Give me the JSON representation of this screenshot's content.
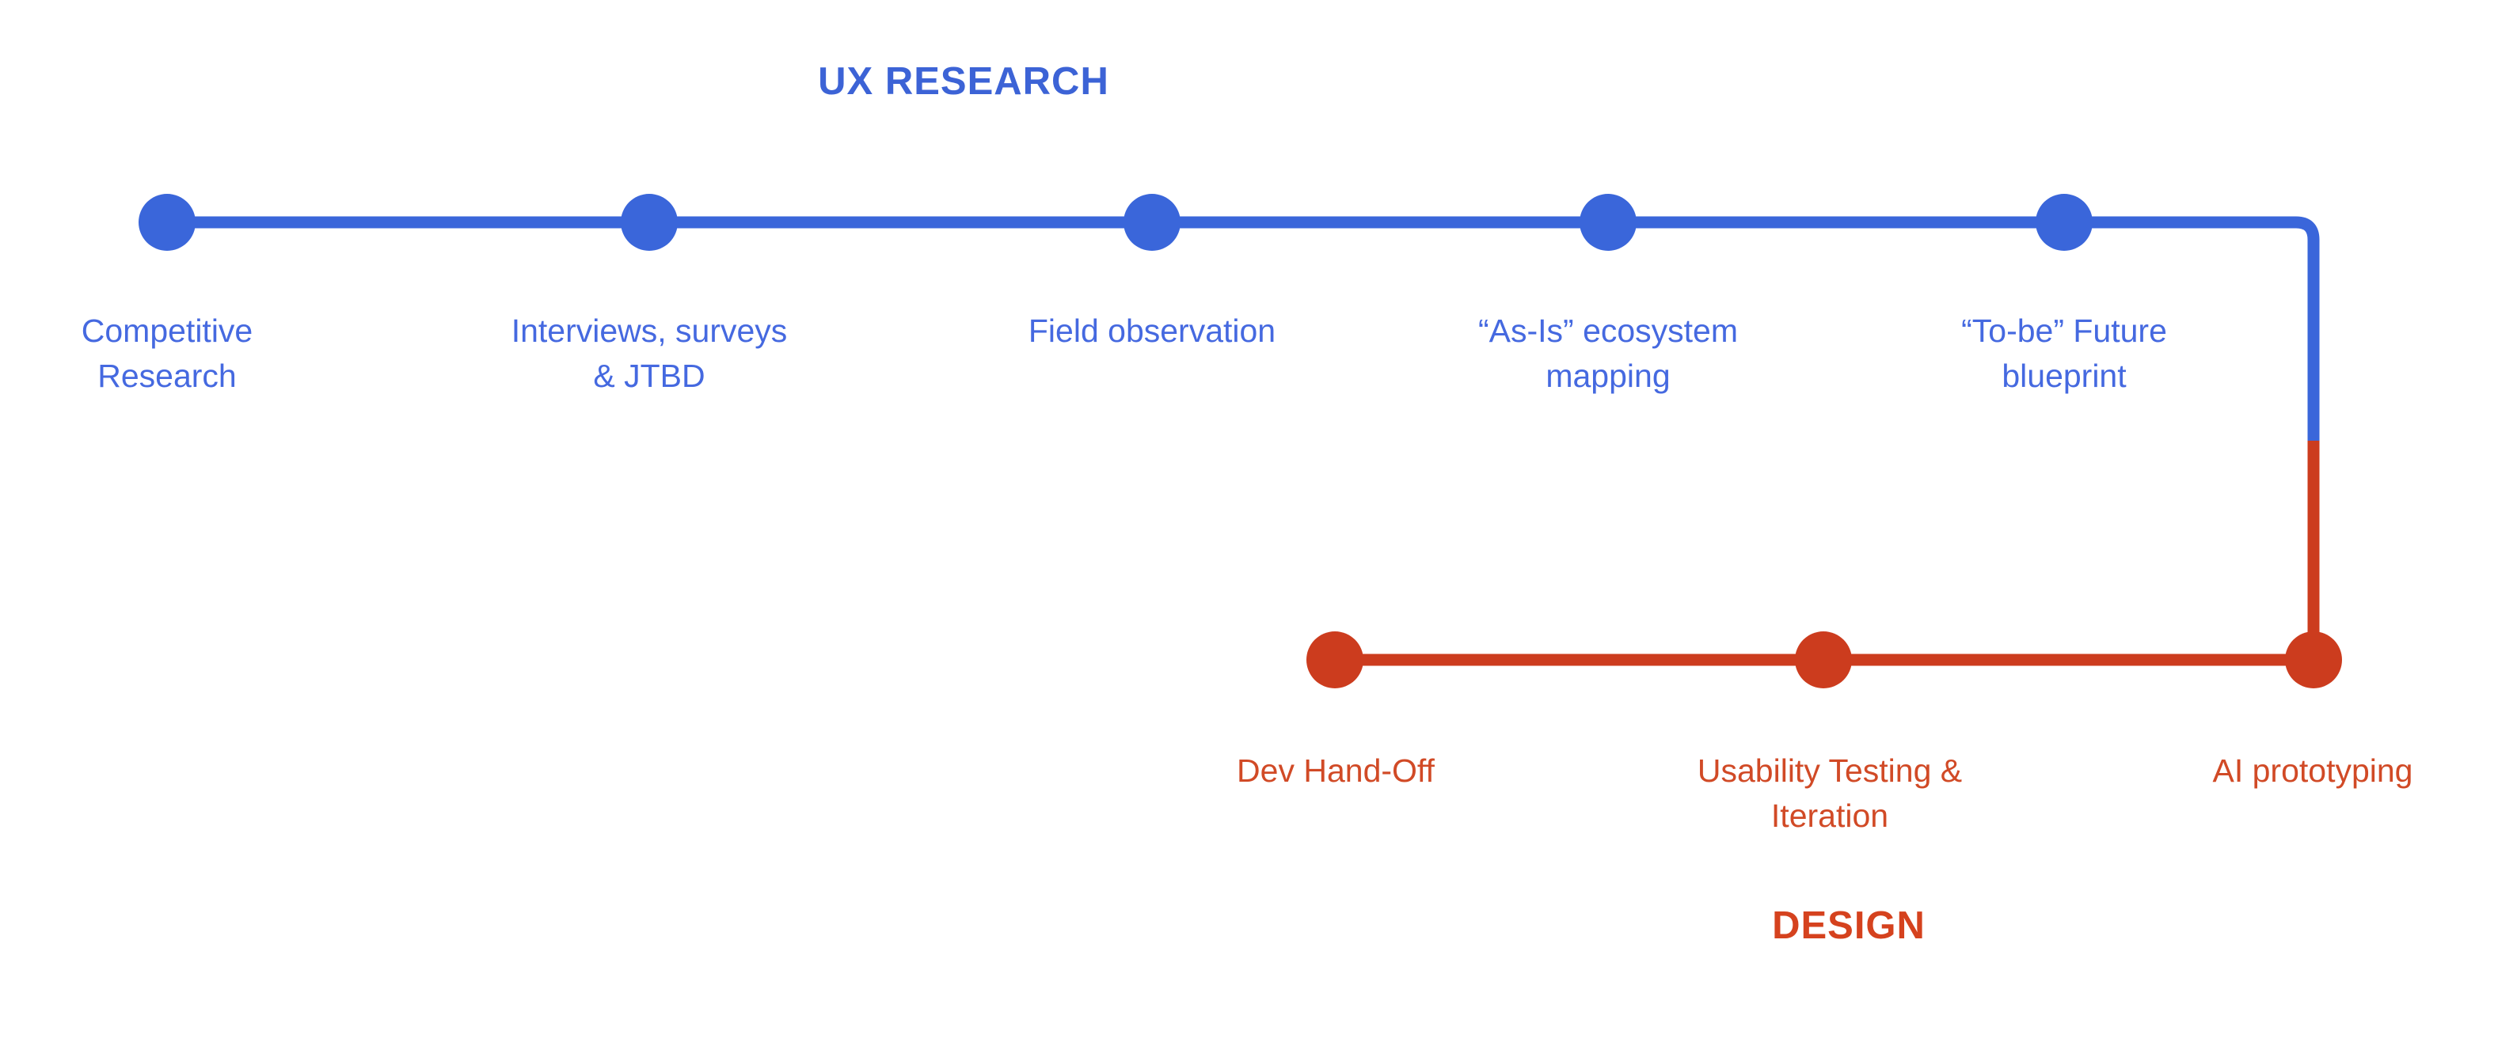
{
  "research_phase": {
    "title": "UX RESEARCH",
    "color": "#3a66da",
    "label_color": "#4569e0",
    "milestones": [
      {
        "label": "Competitive\nResearch"
      },
      {
        "label": "Interviews, surveys\n& JTBD"
      },
      {
        "label": "Field observation"
      },
      {
        "label": "“As-Is” ecosystem\nmapping"
      },
      {
        "label": "“To-be” Future\nblueprint"
      }
    ]
  },
  "design_phase": {
    "title": "DESIGN",
    "color": "#cc3c1e",
    "label_color": "#d14a26",
    "milestones": [
      {
        "label": "Dev Hand-Off"
      },
      {
        "label": "Usability Testing &\nIteration"
      },
      {
        "label": "AI prototyping"
      }
    ]
  }
}
